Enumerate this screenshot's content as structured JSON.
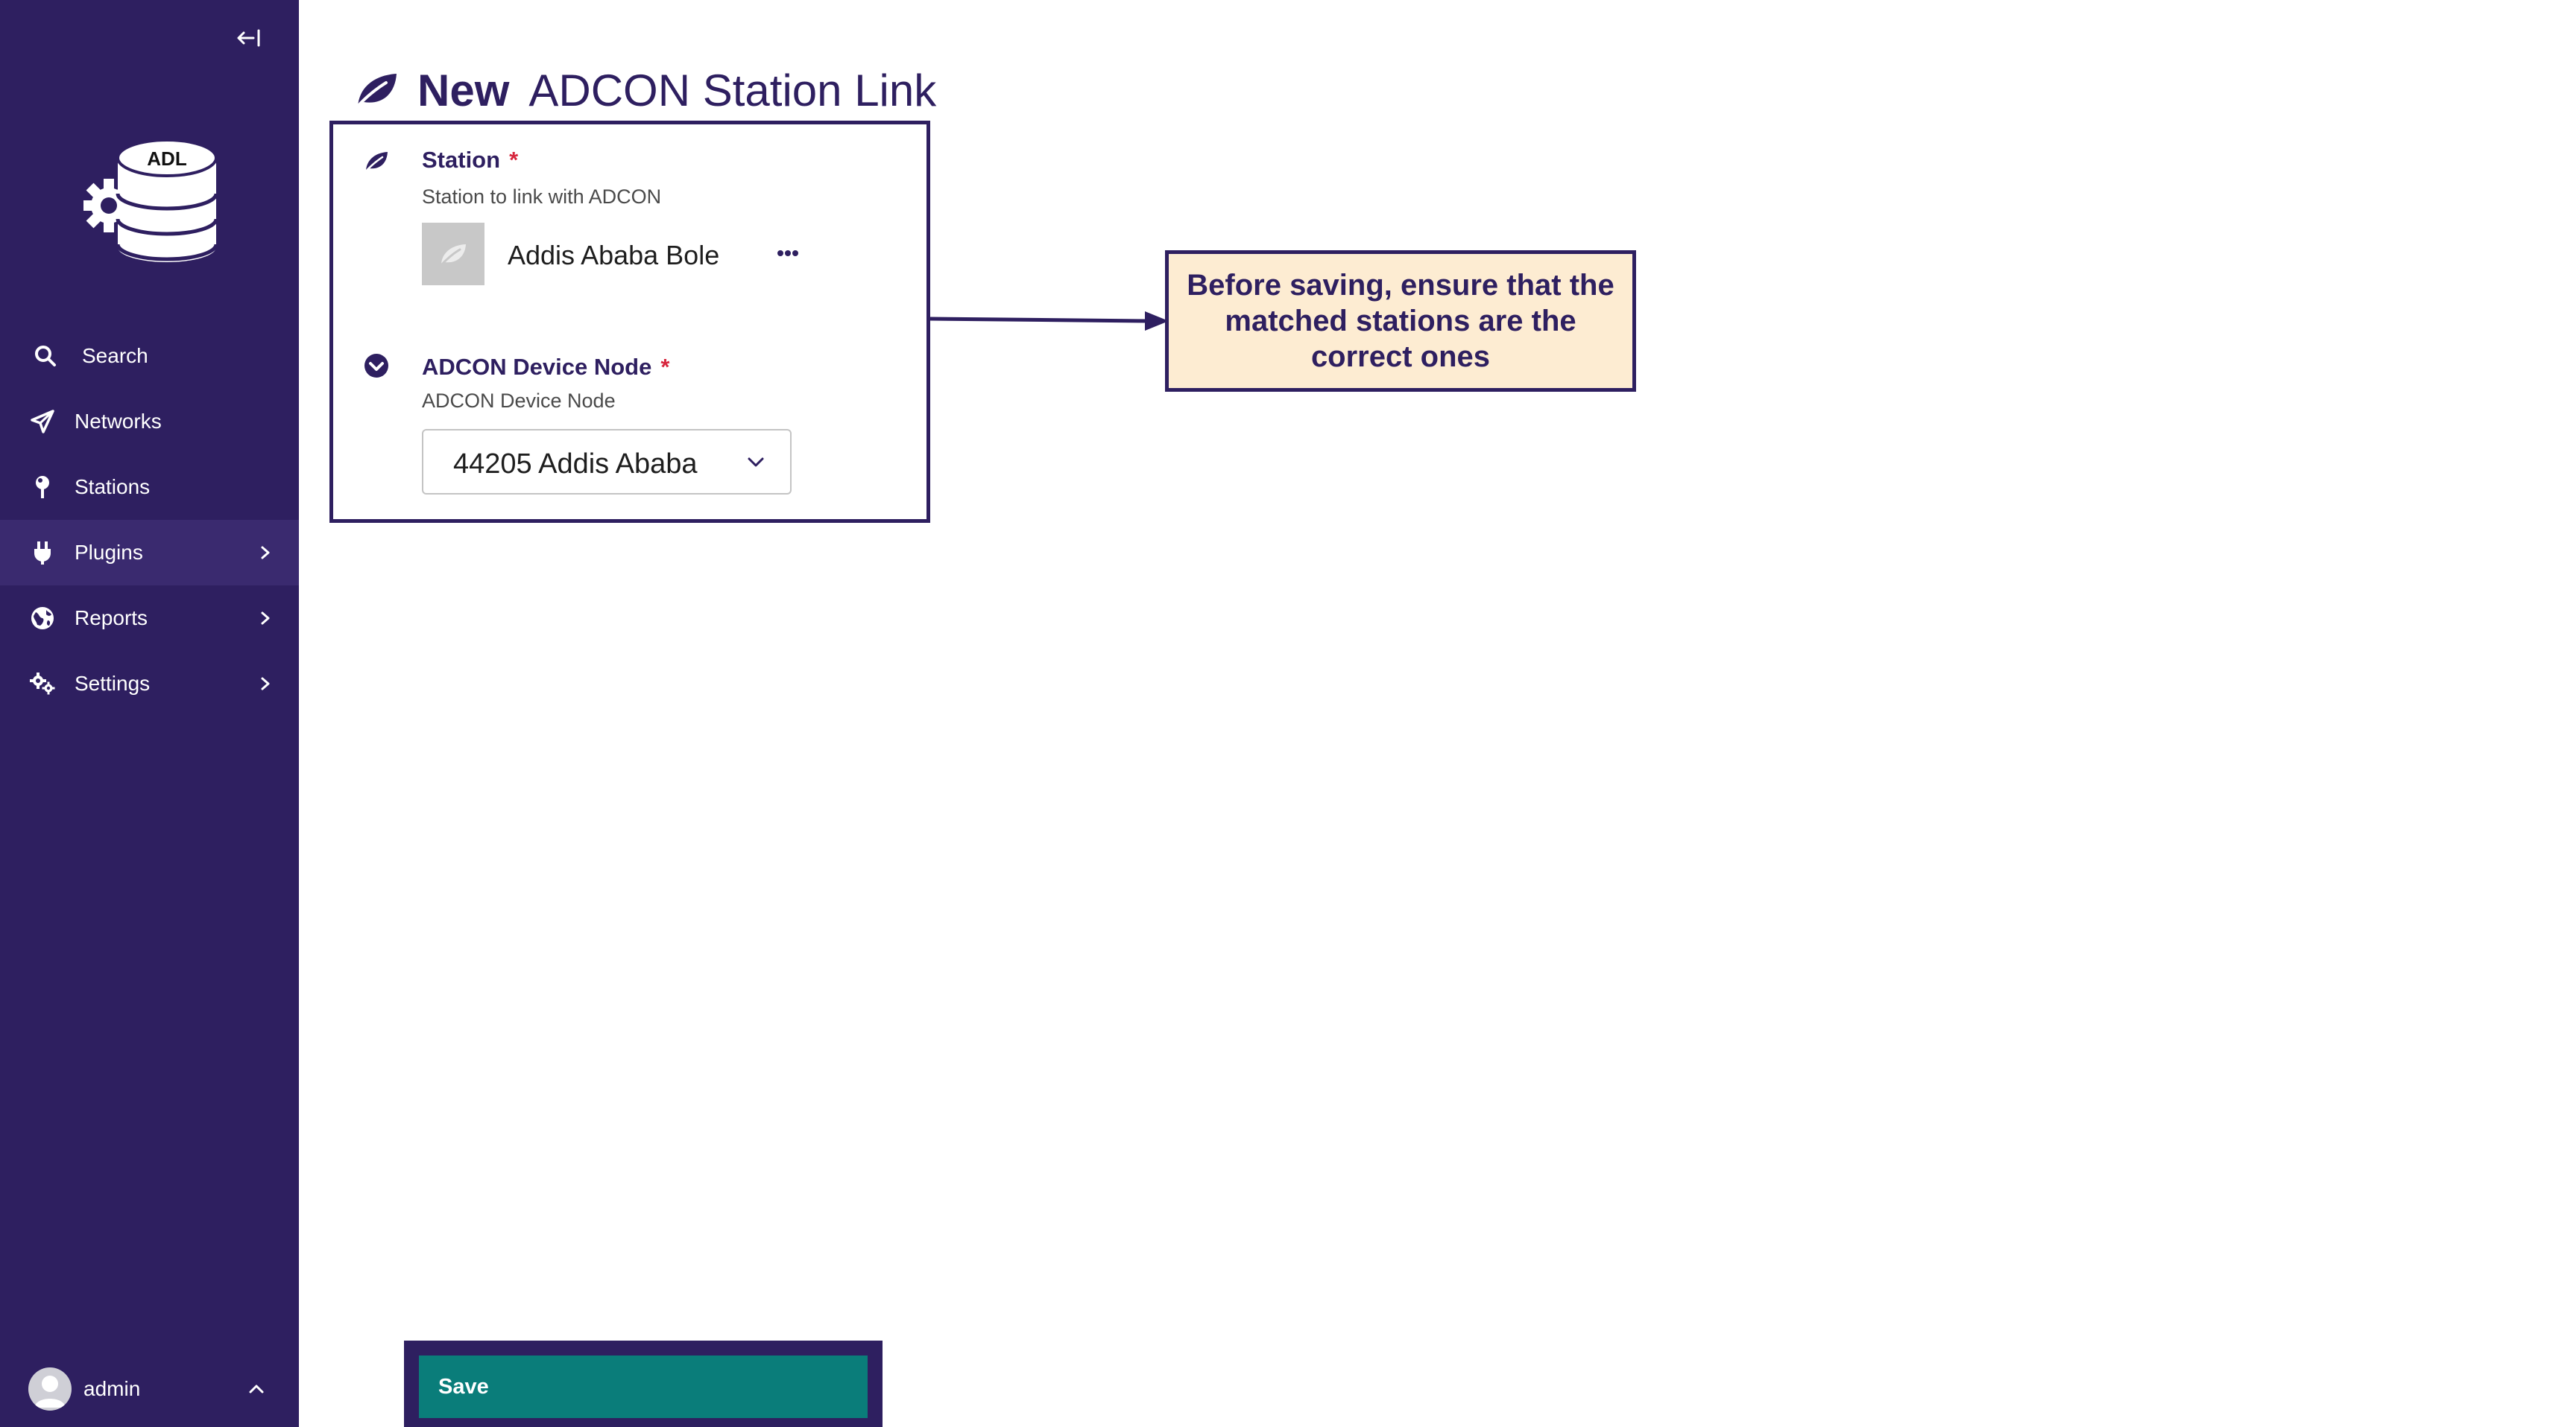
{
  "sidebar": {
    "logo_text": "ADL",
    "items": [
      {
        "label": "Search",
        "icon": "search-icon"
      },
      {
        "label": "Networks",
        "icon": "send-icon"
      },
      {
        "label": "Stations",
        "icon": "map-pin-icon"
      },
      {
        "label": "Plugins",
        "icon": "plug-icon",
        "active": true,
        "has_submenu": true
      },
      {
        "label": "Reports",
        "icon": "globe-icon",
        "has_submenu": true
      },
      {
        "label": "Settings",
        "icon": "gears-icon",
        "has_submenu": true
      }
    ],
    "user": {
      "name": "admin"
    }
  },
  "page": {
    "title_bold": "New",
    "title_rest": "ADCON Station Link"
  },
  "form": {
    "station": {
      "label": "Station",
      "required_mark": "*",
      "help": "Station to link with ADCON",
      "value": "Addis Ababa Bole"
    },
    "device_node": {
      "label": "ADCON Device Node",
      "required_mark": "*",
      "help": "ADCON Device Node",
      "value": "44205 Addis Ababa"
    }
  },
  "note": {
    "text": "Before saving, ensure that the matched stations are the correct ones"
  },
  "actions": {
    "save_label": "Save"
  },
  "colors": {
    "sidebar_bg": "#2e1f60",
    "brand": "#2e1f60",
    "save_button": "#0a7d7a",
    "note_bg": "#fdecd2",
    "required": "#d7263d"
  }
}
